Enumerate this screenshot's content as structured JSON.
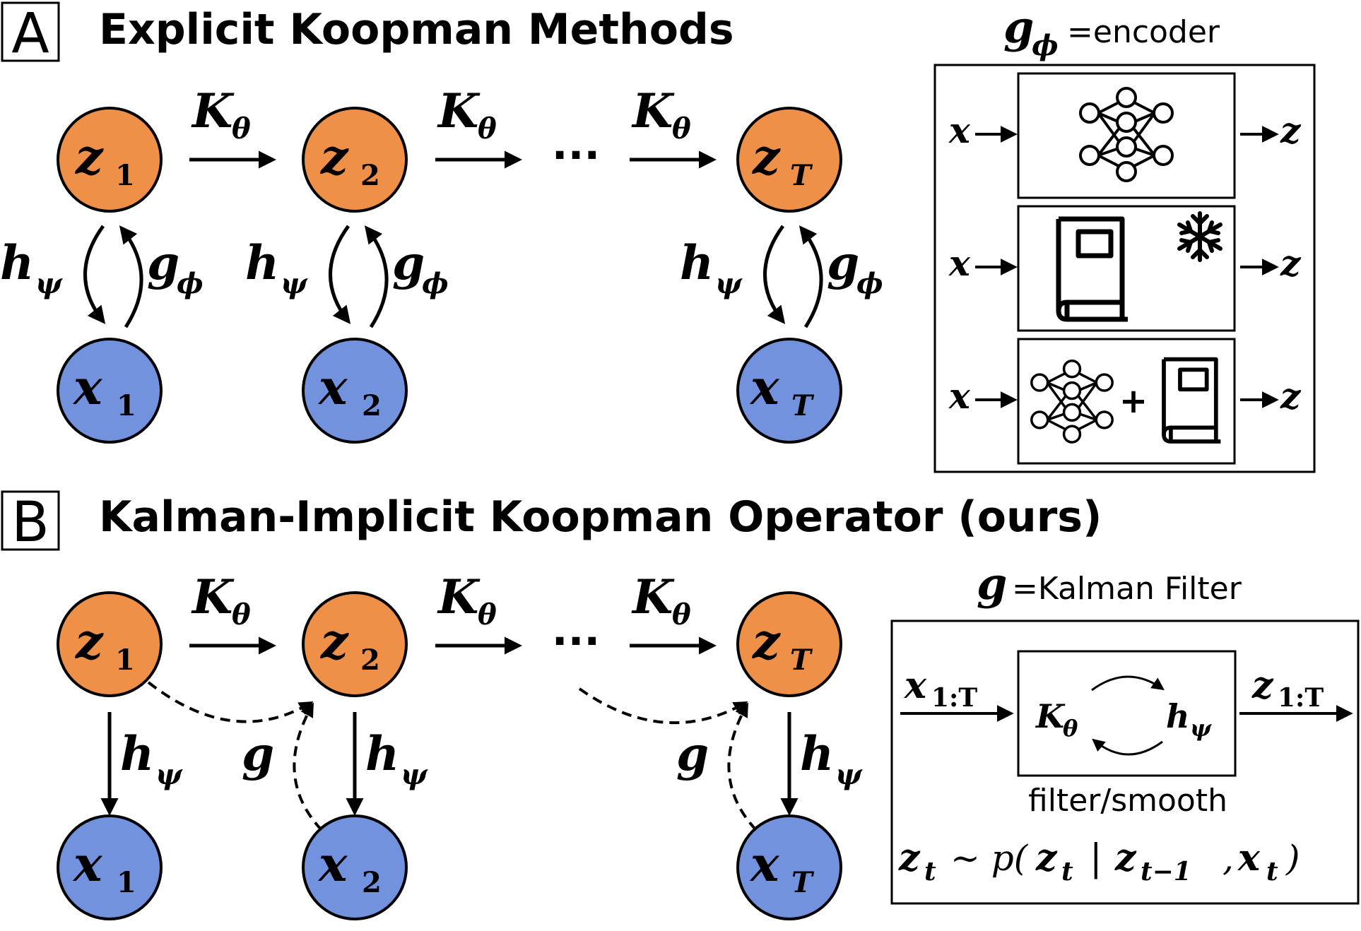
{
  "panel_a": {
    "letter": "A",
    "title": "Explicit Koopman Methods",
    "operator": "K",
    "operator_sub": "θ",
    "ellipsis": "···",
    "decoder": "h",
    "decoder_sub": "ψ",
    "encoder": "g",
    "encoder_sub": "ϕ",
    "latent_nodes": [
      {
        "base": "z",
        "sub": "1"
      },
      {
        "base": "z",
        "sub": "2"
      },
      {
        "base": "z",
        "sub": "T"
      }
    ],
    "observed_nodes": [
      {
        "base": "x",
        "sub": "1"
      },
      {
        "base": "x",
        "sub": "2"
      },
      {
        "base": "x",
        "sub": "T"
      }
    ],
    "encoder_box": {
      "title_sym": "g",
      "title_sub": "ϕ",
      "title_text": "=encoder",
      "input": "x",
      "output": "z",
      "plus": "+"
    }
  },
  "panel_b": {
    "letter": "B",
    "title": "Kalman-Implicit Koopman Operator (ours)",
    "operator": "K",
    "operator_sub": "θ",
    "ellipsis": "···",
    "decoder": "h",
    "decoder_sub": "ψ",
    "encoder": "g",
    "latent_nodes": [
      {
        "base": "z",
        "sub": "1"
      },
      {
        "base": "z",
        "sub": "2"
      },
      {
        "base": "z",
        "sub": "T"
      }
    ],
    "observed_nodes": [
      {
        "base": "x",
        "sub": "1"
      },
      {
        "base": "x",
        "sub": "2"
      },
      {
        "base": "x",
        "sub": "T"
      }
    ],
    "kalman_box": {
      "title_sym": "g",
      "title_text": "=Kalman Filter",
      "input": "x",
      "input_sub": "1:T",
      "output": "z",
      "output_sub": "1:T",
      "inner_left": "K",
      "inner_left_sub": "θ",
      "inner_right": "h",
      "inner_right_sub": "ψ",
      "caption": "filter/smooth",
      "posterior": "z",
      "posterior_sub": "t",
      "posterior_tilde": "∼ p(",
      "posterior_mid": "z",
      "posterior_mid_sub": "t",
      "posterior_bar": "|",
      "posterior_cond1": "z",
      "posterior_cond1_sub": "t−1",
      "posterior_comma": ",",
      "posterior_cond2": "x",
      "posterior_cond2_sub": "t",
      "posterior_close": ")"
    }
  },
  "colors": {
    "latent_fill": "#ef9049",
    "observed_fill": "#7292de",
    "stroke": "#000000"
  }
}
